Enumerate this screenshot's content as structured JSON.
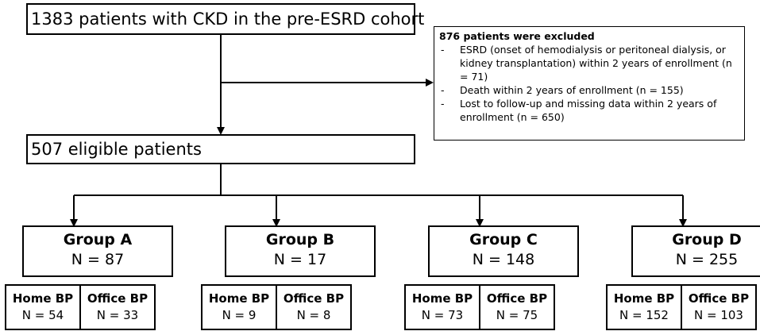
{
  "cohort": "1383 patients with CKD in the pre-ESRD cohort",
  "excluded": {
    "title": "876 patients were excluded",
    "items": [
      "ESRD (onset of hemodialysis or peritoneal dialysis, or kidney transplantation) within 2 years of enrollment (n = 71)",
      "Death within 2 years of enrollment (n = 155)",
      "Lost to follow-up and missing data within 2 years of enrollment (n = 650)"
    ],
    "dash": "-"
  },
  "eligible": "507 eligible patients",
  "bp_labels": {
    "home": "Home BP",
    "office": "Office BP"
  },
  "groups": [
    {
      "name": "Group A",
      "n": "N = 87",
      "home_n": "N = 54",
      "office_n": "N = 33"
    },
    {
      "name": "Group B",
      "n": "N = 17",
      "home_n": "N = 9",
      "office_n": "N = 8"
    },
    {
      "name": "Group C",
      "n": "N = 148",
      "home_n": "N = 73",
      "office_n": "N = 75"
    },
    {
      "name": "Group D",
      "n": "N = 255",
      "home_n": "N = 152",
      "office_n": "N = 103"
    }
  ]
}
